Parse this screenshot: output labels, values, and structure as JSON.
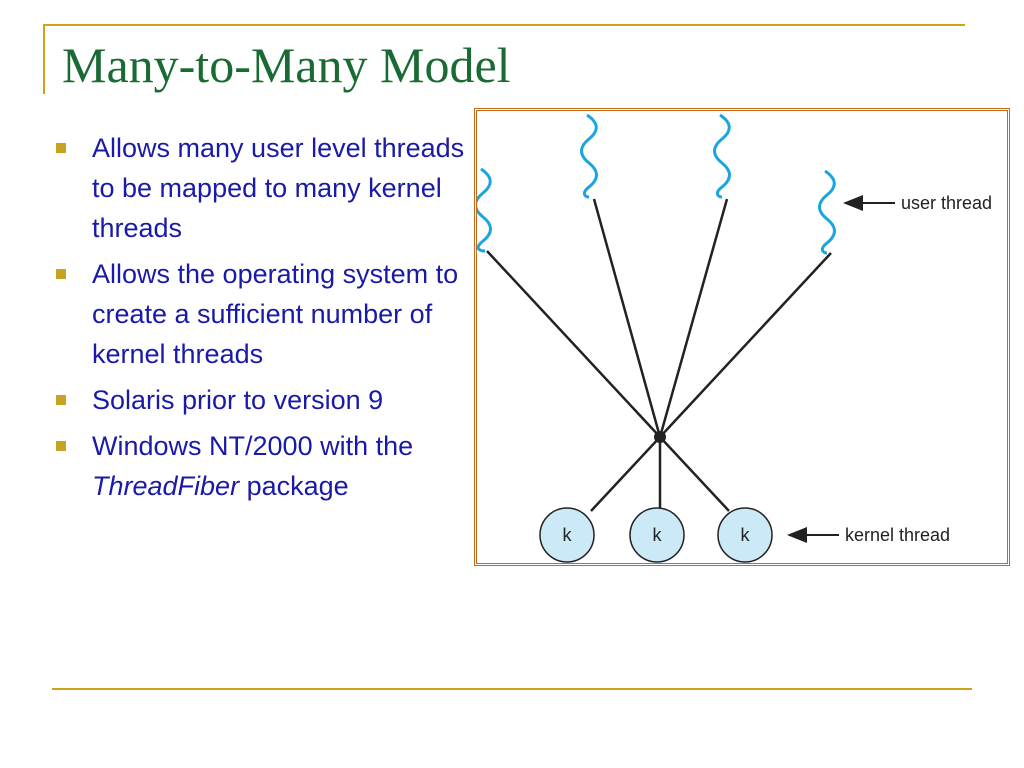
{
  "slide": {
    "title": "Many-to-Many Model",
    "bullets": [
      {
        "text": "Allows many user level threads to be mapped to many kernel threads"
      },
      {
        "text": "Allows the  operating system to create a sufficient number of kernel threads"
      },
      {
        "text": "Solaris prior to version 9"
      },
      {
        "text_before": "Windows NT/2000 with the ",
        "italic": "ThreadFiber",
        "text_after": " package"
      }
    ]
  },
  "diagram": {
    "user_thread_label": "user thread",
    "kernel_thread_label": "kernel thread",
    "kernel_nodes": [
      "k",
      "k",
      "k"
    ],
    "colors": {
      "wave": "#1ba5e0",
      "kernel_fill": "#cce9f8",
      "line": "#222222",
      "border": "#c46a1e",
      "title": "#1a6b33",
      "text": "#1a1aa8",
      "accent": "#d4a017"
    }
  }
}
